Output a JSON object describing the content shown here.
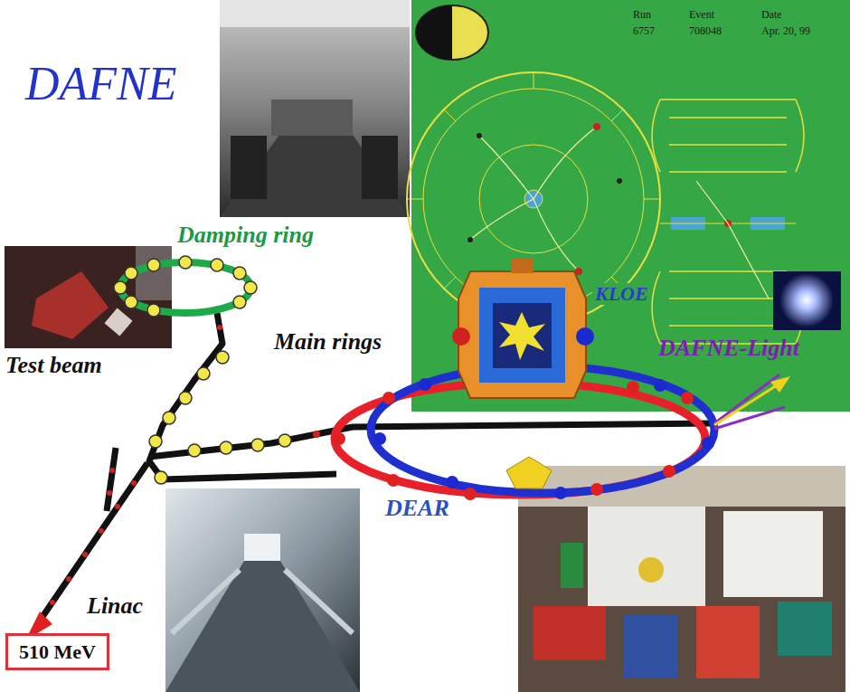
{
  "diagram": {
    "title": "DAFNE",
    "nodes": [
      {
        "text": [
          "510 MeV"
        ]
      }
    ],
    "labels": [
      "Damping ring",
      "Test beam",
      "Main rings",
      "KLOE",
      "DAFNE-Light",
      "DEAR",
      "Linac",
      "Run",
      "Event",
      "Date",
      "6757",
      "708048",
      "Apr. 20, 99"
    ]
  }
}
